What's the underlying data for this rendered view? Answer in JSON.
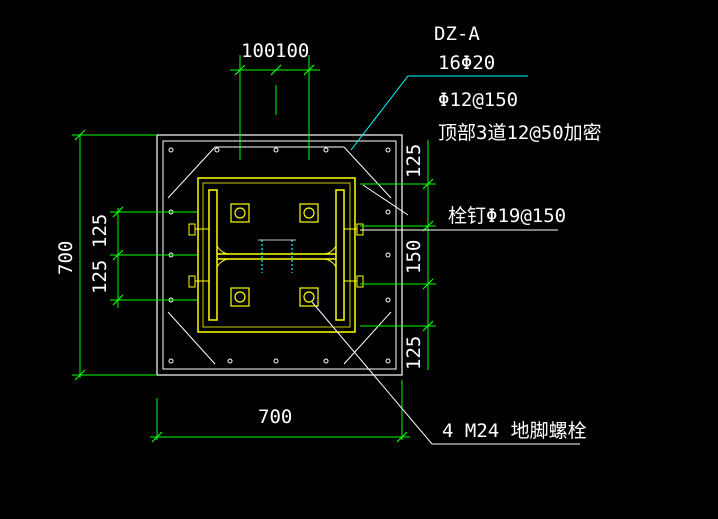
{
  "drawing": {
    "column_name": "DZ-A",
    "main_rebar": "16Φ20",
    "stirrup": "Φ12@150",
    "stirrup_top": "顶部3道12@50加密",
    "stud": "栓钉Φ19@150",
    "anchor_bolts": "4 M24 地脚螺栓",
    "dim_top_left": "100",
    "dim_top_right": "100",
    "dim_width": "700",
    "dim_height": "700",
    "dim_left_top": "125",
    "dim_left_bottom": "125",
    "dim_right_top": "125",
    "dim_right_mid": "150",
    "dim_right_bottom": "125"
  },
  "colors": {
    "background": "#000000",
    "outline": "#ffffff",
    "dimension": "#00ff00",
    "steel": "#ffff00",
    "leader": "#00ffff"
  }
}
